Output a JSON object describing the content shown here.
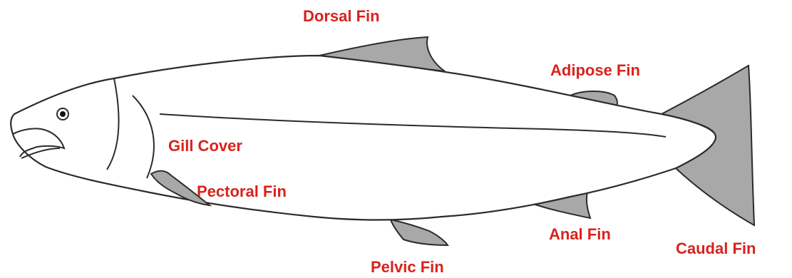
{
  "colors": {
    "label": "#d9221c",
    "outline": "#2b2b2b",
    "fin_fill": "#a8a8a8",
    "body_fill": "#ffffff"
  },
  "diagram": {
    "labels": {
      "dorsal_fin": "Dorsal Fin",
      "adipose_fin": "Adipose Fin",
      "gill_cover": "Gill Cover",
      "pectoral_fin": "Pectoral Fin",
      "anal_fin": "Anal Fin",
      "caudal_fin": "Caudal Fin",
      "pelvic_fin": "Pelvic Fin"
    }
  }
}
